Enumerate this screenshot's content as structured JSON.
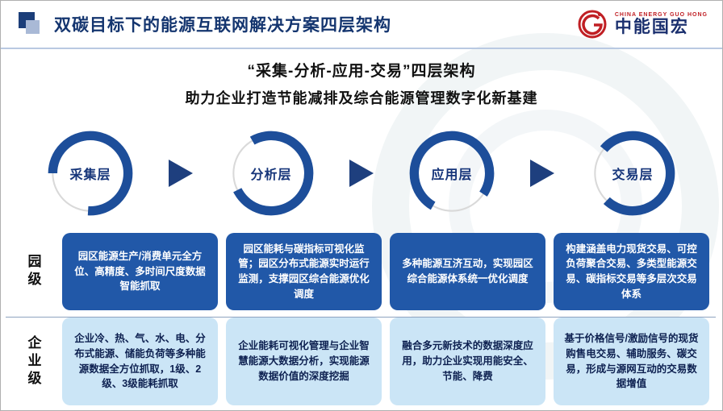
{
  "header": {
    "title": "双碳目标下的能源互联网解决方案四层架构",
    "logo": {
      "brand": "中能国宏",
      "tagline": "CHINA ENERGY GUO HONG"
    }
  },
  "subtitle": {
    "line1": "“采集-分析-应用-交易”四层架构",
    "line2": "助力企业打造节能减排及综合能源管理数字化新基建"
  },
  "layers": [
    {
      "label": "采集层"
    },
    {
      "label": "分析层"
    },
    {
      "label": "应用层"
    },
    {
      "label": "交易层"
    }
  ],
  "matrix": {
    "rows": [
      {
        "label": "园级",
        "cells": [
          "园区能源生产/消费单元全方位、高精度、多时间尺度数据智能抓取",
          "园区能耗与碳指标可视化监管；园区分布式能源实时运行监测，支撑园区综合能源优化调度",
          "多种能源互济互动，实现园区综合能源体系统一优化调度",
          "构建涵盖电力现货交易、可控负荷聚合交易、多类型能源交易、碳指标交易等多层次交易体系"
        ]
      },
      {
        "label": "企业级",
        "cells": [
          "企业冷、热、气、水、电、分布式能源、储能负荷等多种能源数据全方位抓取，1级、2级、3级能耗抓取",
          "企业能耗可视化管理与企业智慧能源大数据分析，实现能源数据价值的深度挖掘",
          "融合多元新技术的数据深度应用，助力企业实现用能安全、节能、降费",
          "基于价格信号/激励信号的现货购售电交易、辅助服务、碳交易，形成与源网互动的交易数据增值"
        ]
      }
    ]
  },
  "colors": {
    "accent_navy": "#16357a",
    "box_dark_blue": "#2158a8",
    "box_light_blue": "#cbe5f6",
    "arrow_navy": "#1e3f7e",
    "logo_red": "#c01f24"
  }
}
